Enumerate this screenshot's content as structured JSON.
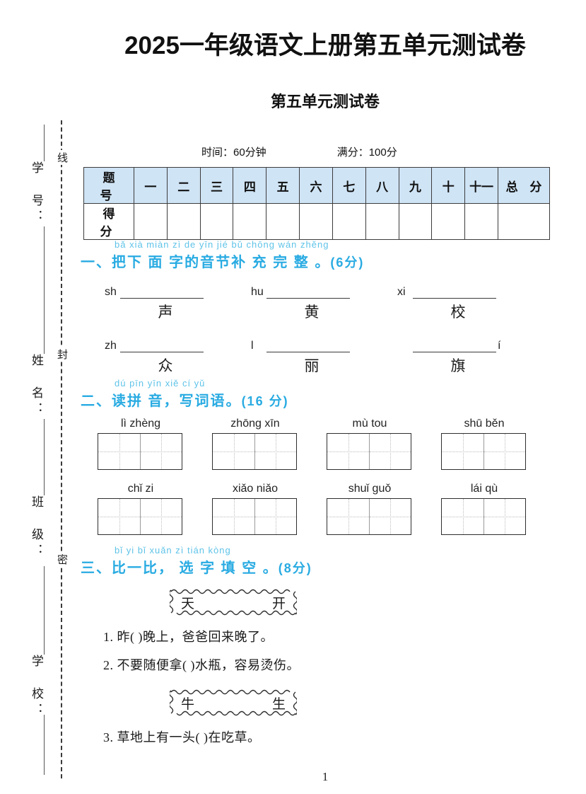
{
  "header": {
    "main_title": "2025一年级语文上册第五单元测试卷",
    "sub_title": "第五单元测试卷",
    "time_label": "时间：60分钟",
    "score_label": "满分：100分"
  },
  "seal_sidebar": {
    "seal_chars": [
      "线",
      "封",
      "密"
    ],
    "fields": [
      "学 号：",
      "姓 名：",
      "班 级：",
      "学 校："
    ]
  },
  "score_table": {
    "row_labels": [
      "题 号",
      "得 分"
    ],
    "columns": [
      "一",
      "二",
      "三",
      "四",
      "五",
      "六",
      "七",
      "八",
      "九",
      "十",
      "十一"
    ],
    "total_label": "总 分",
    "header_bg": "#cfe4f5",
    "scores": [
      "",
      "",
      "",
      "",
      "",
      "",
      "",
      "",
      "",
      "",
      "",
      ""
    ]
  },
  "sections": [
    {
      "id": "sec1",
      "pinyin": "bǎ xià miàn zì de yīn jié bǔ chōng wán zhěng",
      "title": "一、把下 面 字的音节补 充  完  整 。",
      "points": "(6分)"
    },
    {
      "id": "sec2",
      "pinyin": "dú pīn yīn   xiě cí yǔ",
      "title": "二、读拼 音，写词语。",
      "points": "(16 分)"
    },
    {
      "id": "sec3",
      "pinyin": "bǐ yi bǐ   xuǎn zì tián kòng",
      "title": "三、比一比， 选 字 填 空 。",
      "points": "(8分)"
    }
  ],
  "exercise1": {
    "rows": [
      [
        {
          "prefix": "sh",
          "suffix": "",
          "char": "声"
        },
        {
          "prefix": "hu",
          "suffix": "",
          "char": "黄"
        },
        {
          "prefix": "xi",
          "suffix": "",
          "char": "校"
        }
      ],
      [
        {
          "prefix": "zh",
          "suffix": "",
          "char": "众"
        },
        {
          "prefix": "l",
          "suffix": "",
          "char": "丽"
        },
        {
          "prefix": "",
          "suffix": "í",
          "char": "旗"
        }
      ]
    ]
  },
  "exercise2": {
    "rows": [
      [
        {
          "pinyin": "lì  zhèng"
        },
        {
          "pinyin": "zhōng xīn"
        },
        {
          "pinyin": "mù  tou"
        },
        {
          "pinyin": "shū běn"
        }
      ],
      [
        {
          "pinyin": "chǐ   zi"
        },
        {
          "pinyin": "xiǎo niǎo"
        },
        {
          "pinyin": "shuǐ guǒ"
        },
        {
          "pinyin": "lái   qù"
        }
      ]
    ]
  },
  "exercise3": {
    "group1": {
      "left_char": "天",
      "right_char": "开",
      "questions": [
        "1. 昨(             )晚上，爸爸回来晚了。",
        "2. 不要随便拿(             )水瓶，容易烫伤。"
      ]
    },
    "group2": {
      "left_char": "牛",
      "right_char": "生",
      "questions": [
        "3. 草地上有一头(             )在吃草。"
      ]
    }
  },
  "footer": {
    "page_number": "1"
  }
}
